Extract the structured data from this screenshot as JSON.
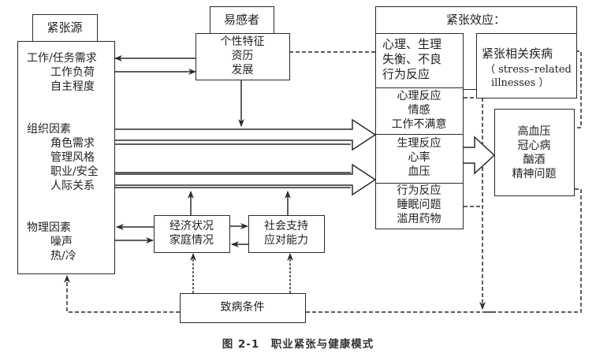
{
  "stressors": {
    "title": "紧张源",
    "job_demands": [
      "工作/任务需求",
      "工作负荷",
      "自主程度"
    ],
    "organizational": [
      "组织因素",
      "角色需求",
      "管理风格",
      "职业/安全",
      "人际关系"
    ],
    "physical": [
      "物理因素",
      "噪声",
      "热/冷"
    ]
  },
  "susceptible": {
    "title": "易感者",
    "lines": [
      "个性特征",
      "资历",
      "发展"
    ]
  },
  "effects": {
    "title": "紧张效应：",
    "imbalance": [
      "心理、生理",
      "失衡、不良",
      "行为反应"
    ],
    "psychological": [
      "心理反应",
      "情感",
      "工作不满意"
    ],
    "physiological": [
      "生理反应",
      "心率",
      "血压"
    ],
    "behavioral": [
      "行为反应",
      "睡眠问题",
      "滥用药物"
    ]
  },
  "illness": {
    "title": "紧张相关疾病",
    "english_line1": "（ stress–related",
    "english_line2": "illnesses ）"
  },
  "diseases": [
    "高血压",
    "冠心病",
    "酗酒",
    "精神问题"
  ],
  "economic": [
    "经济状况",
    "家庭情况"
  ],
  "social": [
    "社会支持",
    "应对能力"
  ],
  "pathogenic": "致病条件",
  "caption": "图 2-1　职业紧张与健康模式",
  "colors": {
    "line": "#2a2a2a",
    "text": "#222222",
    "background": "#ffffff"
  }
}
